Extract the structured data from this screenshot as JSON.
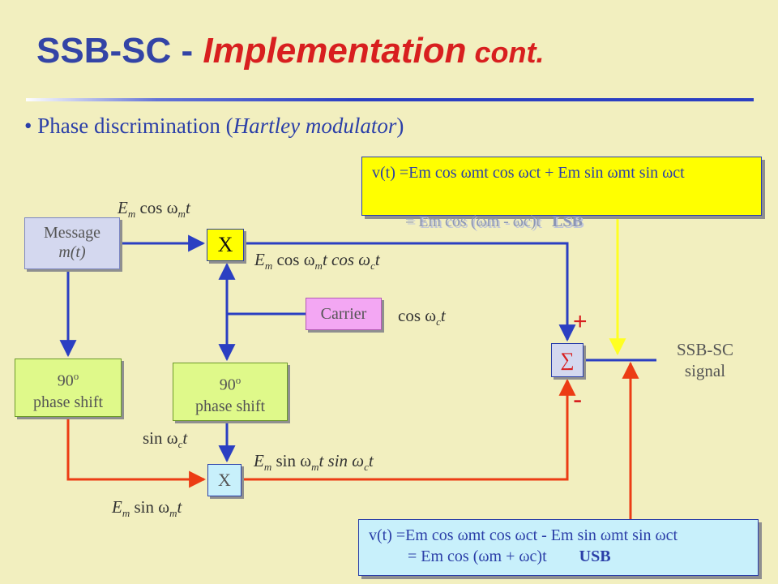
{
  "title": {
    "part1": "SSB-SC - ",
    "part2": "Implementation",
    "part3": " cont."
  },
  "bullet": {
    "text_before": "• Phase discrimination (",
    "text_italic": "Hartley modulator",
    "text_after": ")"
  },
  "blocks": {
    "message": {
      "line1": "Message",
      "line2": "m(t)"
    },
    "multiplier_top": "X",
    "carrier": "Carrier",
    "phase_shift_left": {
      "line1": "90",
      "sup": "o",
      "line2": "phase shift"
    },
    "phase_shift_right": {
      "line1": "90",
      "sup": "o",
      "line2": "phase shift"
    },
    "multiplier_bottom": "X",
    "summer": "∑"
  },
  "signals": {
    "em_cos": {
      "a": "E",
      "b": "m",
      "c": " cos ω",
      "d": "m",
      "e": "t"
    },
    "em_cos_cos": {
      "a": "E",
      "b": "m",
      "c": " cos ω",
      "d": "m",
      "e": "t cos ω",
      "f": "c",
      "g": "t"
    },
    "cos_wct": {
      "a": "cos ω",
      "b": "c",
      "c": "t"
    },
    "sin_wct": {
      "a": "sin ω",
      "b": "c",
      "c": "t"
    },
    "em_sin_sin": {
      "a": "E",
      "b": "m",
      "c": " sin ω",
      "d": "m",
      "e": "t sin ω",
      "f": "c",
      "g": "t"
    },
    "em_sin": {
      "a": "E",
      "b": "m",
      "c": " sin ω",
      "d": "m",
      "e": "t"
    }
  },
  "summer_signs": {
    "plus": "+",
    "minus": "-"
  },
  "output": {
    "line1": "SSB-SC",
    "line2": "signal"
  },
  "equation_top": {
    "line1": "v(t) =Em cos ωmt cos ωct + Em sin ωmt sin ωct",
    "line2": "= Em cos (ωm - ωc)t",
    "tag": "LSB"
  },
  "equation_bottom": {
    "line1": "v(t) =Em cos ωmt cos ωct - Em sin ωmt sin ωct",
    "line2": "= Em cos (ωm + ωc)t",
    "tag": "USB"
  },
  "colors": {
    "title_blue": "#3344a6",
    "title_red": "#d81f1f",
    "wire_blue": "#2b3fc2",
    "wire_red": "#ec3c14",
    "wire_yellow": "#ffff22",
    "yellow_box": "#ffff00",
    "cyan_box": "#c8f0fb",
    "green_box": "#dff98a",
    "pink_box": "#f3a7f3",
    "background": "#f2efbf"
  }
}
